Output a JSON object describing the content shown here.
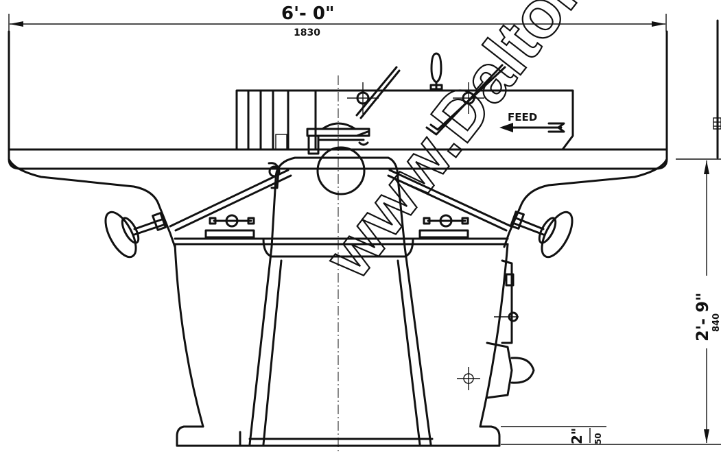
{
  "dimensions": {
    "overall_length": "6'- 0\"",
    "overall_length_mm": "1830",
    "height": "2'- 9\"",
    "height_mm": "840",
    "base_height": "2\"",
    "base_height_mm": "50"
  },
  "labels": {
    "feed": "FEED"
  },
  "watermark": "www.DaltonsW",
  "colors": {
    "ink": "#111111",
    "background": "#ffffff"
  }
}
